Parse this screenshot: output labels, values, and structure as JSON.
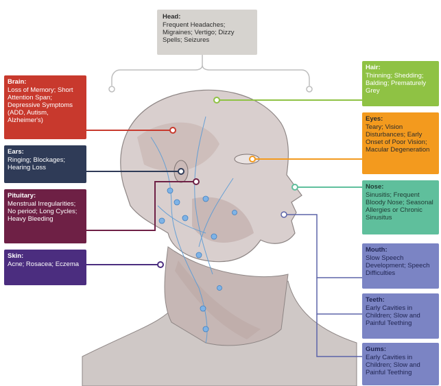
{
  "colors": {
    "head": "#d6d3cf",
    "brain": "#c8392d",
    "ears": "#2f3b57",
    "pituitary": "#6e2045",
    "skin": "#4b2d7f",
    "hair": "#8fc244",
    "eyes": "#f39a1e",
    "nose": "#5fbf9c",
    "mouth_teeth_gums": "#7b84c4"
  },
  "boxes": {
    "head": {
      "title": "Head:",
      "text": "Frequent Headaches; Migraines; Vertigo; Dizzy Spells; Seizures"
    },
    "brain": {
      "title": "Brain:",
      "text": "Loss of Memory; Short Attention Span; Depressive Symptoms (ADD, Autism, Alzheimer's)"
    },
    "ears": {
      "title": "Ears:",
      "text": "Ringing; Blockages; Hearing Loss"
    },
    "pituitary": {
      "title": "Pituitary:",
      "text": "Menstrual Irregularities; No period; Long Cycles; Heavy Bleeding"
    },
    "skin": {
      "title": "Skin:",
      "text": "Acne; Rosacea; Eczema"
    },
    "hair": {
      "title": "Hair:",
      "text": "Thinning; Shedding; Balding; Prematurely Grey"
    },
    "eyes": {
      "title": "Eyes:",
      "text": "Teary; Vision Disturbances; Early Onset of Poor Vision; Macular Degeneration"
    },
    "nose": {
      "title": "Nose:",
      "text": "Sinusitis; Frequent Bloody Nose; Seasonal Allergies or Chronic Sinusitus"
    },
    "mouth": {
      "title": "Mouth:",
      "text": "Slow Speech Development; Speech Difficulties"
    },
    "teeth": {
      "title": "Teeth:",
      "text": "Early Cavities in Children; Slow and Painful Teething"
    },
    "gums": {
      "title": "Gums:",
      "text": "Early Cavities in Children; Slow and Painful Teething"
    }
  }
}
